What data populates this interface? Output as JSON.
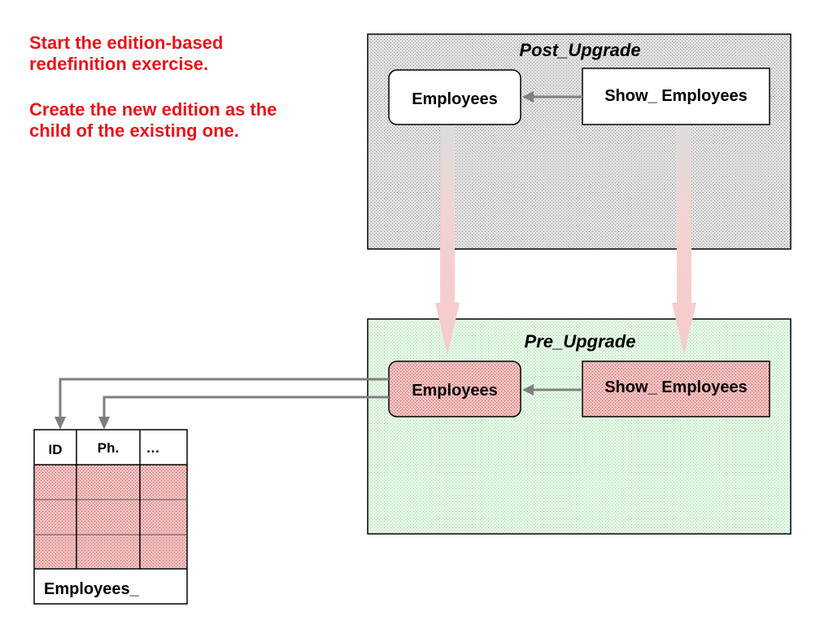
{
  "instructions": {
    "line1": "Start the edition-based\nredefinition exercise.",
    "line2": "Create the new edition as the\nchild of the existing one."
  },
  "post_upgrade": {
    "title": "Post_Upgrade",
    "employees_label": "Employees",
    "show_employees_label": "Show_ Employees"
  },
  "pre_upgrade": {
    "title": "Pre_Upgrade",
    "employees_label": "Employees",
    "show_employees_label": "Show_ Employees"
  },
  "table": {
    "columns": [
      "ID",
      "Ph.",
      "…"
    ],
    "name": "Employees_"
  },
  "colors": {
    "accent_red": "#e8141b",
    "post_bg": "#d6d6d6",
    "pre_bg": "#dff5df",
    "highlight_pink": "#e6a2a2",
    "arrow_gray": "#808080",
    "inherit_arrow": "#f5d0d0"
  }
}
